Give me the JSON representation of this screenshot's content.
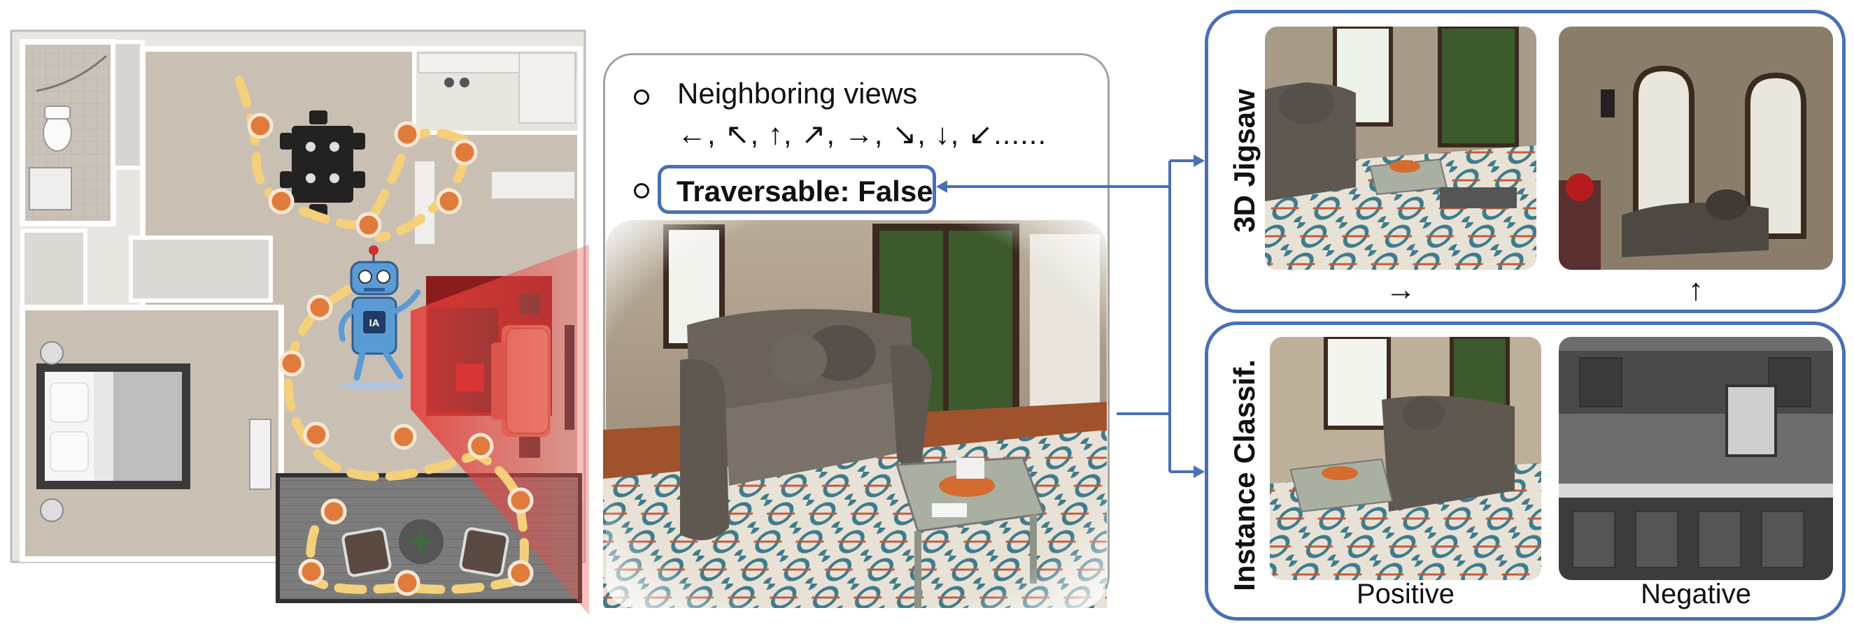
{
  "center": {
    "neighbor_label": "Neighboring views",
    "directions": "←, ↖, ↑, ↗, →, ↘, ↓, ↙......",
    "traversable_label": "Traversable: False"
  },
  "jigsaw": {
    "title": "3D Jigsaw",
    "arrow_left": "→",
    "arrow_right": "↑"
  },
  "instance": {
    "title": "Instance Classif.",
    "positive": "Positive",
    "negative": "Negative"
  },
  "colors": {
    "accent": "#4a6fb5",
    "path": "#f5d07a",
    "waypoint": "#e07b3c",
    "fov": "#e53935"
  },
  "icons": [
    "robot-icon",
    "sofa-icon",
    "dining-table-icon",
    "bed-icon",
    "toilet-icon"
  ]
}
